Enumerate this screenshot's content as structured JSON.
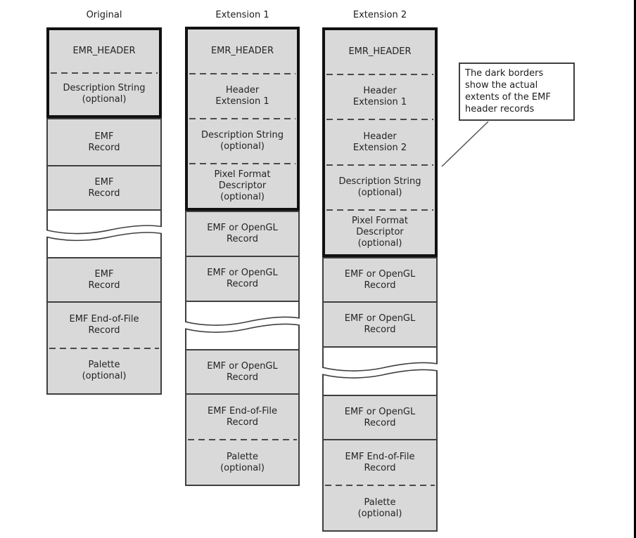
{
  "colors": {
    "background": "#ffffff",
    "box_fill": "#d9d9d9",
    "box_border": "#3f3f3f",
    "emphasis_border": "#111111",
    "dash_color": "#4a4a4a",
    "text": "#242424",
    "edge_bar": "#000000"
  },
  "columns": [
    {
      "title": "Original",
      "header": {
        "segments": [
          {
            "lines": [
              "EMR_HEADER"
            ]
          },
          {
            "lines": [
              "Description String",
              "(optional)"
            ]
          }
        ]
      },
      "records": [
        {
          "lines": [
            "EMF",
            "Record"
          ]
        },
        {
          "lines": [
            "EMF",
            "Record"
          ]
        },
        {
          "lines": [
            "EMF",
            "Record"
          ]
        }
      ],
      "footer": {
        "segments": [
          {
            "lines": [
              "EMF End-of-File",
              "Record"
            ]
          },
          {
            "lines": [
              "Palette",
              "(optional)"
            ]
          }
        ]
      }
    },
    {
      "title": "Extension 1",
      "header": {
        "segments": [
          {
            "lines": [
              "EMR_HEADER"
            ]
          },
          {
            "lines": [
              "Header",
              "Extension 1"
            ]
          },
          {
            "lines": [
              "Description String",
              "(optional)"
            ]
          },
          {
            "lines": [
              "Pixel Format",
              "Descriptor",
              "(optional)"
            ]
          }
        ]
      },
      "records": [
        {
          "lines": [
            "EMF or OpenGL",
            "Record"
          ]
        },
        {
          "lines": [
            "EMF or OpenGL",
            "Record"
          ]
        },
        {
          "lines": [
            "EMF or OpenGL",
            "Record"
          ]
        }
      ],
      "footer": {
        "segments": [
          {
            "lines": [
              "EMF End-of-File",
              "Record"
            ]
          },
          {
            "lines": [
              "Palette",
              "(optional)"
            ]
          }
        ]
      }
    },
    {
      "title": "Extension 2",
      "header": {
        "segments": [
          {
            "lines": [
              "EMR_HEADER"
            ]
          },
          {
            "lines": [
              "Header",
              "Extension 1"
            ]
          },
          {
            "lines": [
              "Header",
              "Extension 2"
            ]
          },
          {
            "lines": [
              "Description String",
              "(optional)"
            ]
          },
          {
            "lines": [
              "Pixel Format",
              "Descriptor",
              "(optional)"
            ]
          }
        ]
      },
      "records": [
        {
          "lines": [
            "EMF or OpenGL",
            "Record"
          ]
        },
        {
          "lines": [
            "EMF or OpenGL",
            "Record"
          ]
        },
        {
          "lines": [
            "EMF or OpenGL",
            "Record"
          ]
        }
      ],
      "footer": {
        "segments": [
          {
            "lines": [
              "EMF End-of-File",
              "Record"
            ]
          },
          {
            "lines": [
              "Palette",
              "(optional)"
            ]
          }
        ]
      }
    }
  ],
  "annotation": {
    "lines": [
      "The dark borders",
      "show the actual",
      "extents of the EMF",
      "header records"
    ]
  }
}
